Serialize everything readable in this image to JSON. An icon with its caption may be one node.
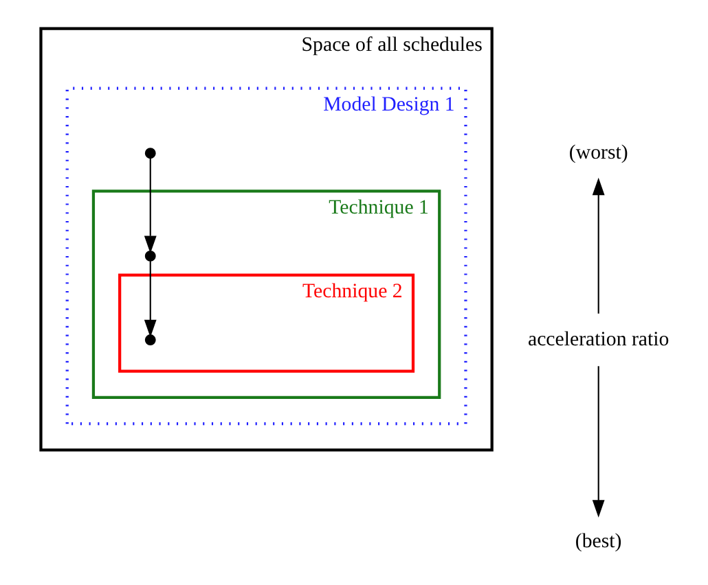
{
  "diagram": {
    "nodes": [
      {
        "text": [
          "Space of all schedules"
        ]
      },
      {
        "text": [
          "Model Design 1"
        ],
        "in": 0
      },
      {
        "text": [
          "Technique 1"
        ],
        "in": 1
      },
      {
        "text": [
          "Technique 2"
        ],
        "in": 2
      },
      {
        "text": [],
        "shape": "circle",
        "in": 1
      },
      {
        "text": [],
        "shape": "circle",
        "in": 2
      },
      {
        "text": [],
        "shape": "circle",
        "in": 3
      }
    ],
    "edges": [
      {
        "from": 4,
        "to": 5,
        "arrow": "to"
      },
      {
        "from": 5,
        "to": 6,
        "arrow": "to"
      }
    ],
    "labels": [
      "(worst)",
      "acceleration ratio",
      "(best)"
    ]
  }
}
